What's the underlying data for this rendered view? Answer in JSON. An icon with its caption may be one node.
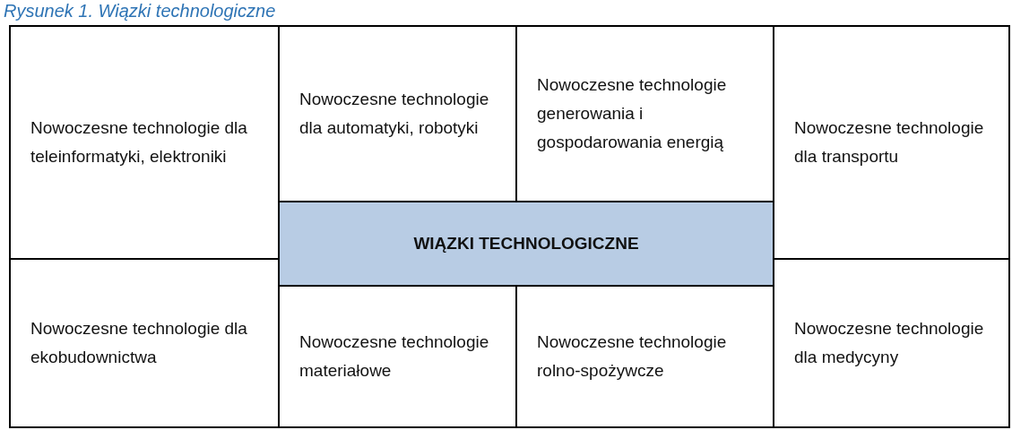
{
  "diagram": {
    "title": "Rysunek 1. Wiązki technologiczne",
    "nodes": [
      {
        "text": [
          "Nowoczesne technologie dla teleinformatyki, elektroniki"
        ]
      },
      {
        "text": [
          "Nowoczesne technologie dla automatyki, robotyki"
        ]
      },
      {
        "text": [
          "Nowoczesne technologie generowania i gospodarowania energią"
        ]
      },
      {
        "text": [
          "Nowoczesne technologie dla transportu"
        ]
      },
      {
        "text": [
          "WIĄZKI TECHNOLOGICZNE"
        ]
      },
      {
        "text": [
          "Nowoczesne technologie dla ekobudownictwa"
        ]
      },
      {
        "text": [
          "Nowoczesne technologie materiałowe"
        ]
      },
      {
        "text": [
          "Nowoczesne technologie rolno-spożywcze"
        ]
      },
      {
        "text": [
          "Nowoczesne technologie dla medycyny"
        ]
      }
    ],
    "edges": []
  }
}
